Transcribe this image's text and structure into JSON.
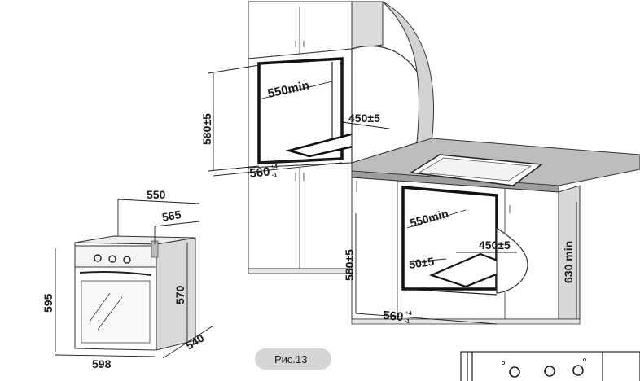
{
  "figure": {
    "caption": "Рис.13"
  },
  "dimensions": {
    "tall_niche_height": "580±5",
    "tall_niche_depth": "550min",
    "tall_niche_back": "450±5",
    "tall_niche_width_base": "560",
    "tall_niche_width_tol_plus": "+4",
    "tall_niche_width_tol_minus": "-1",
    "oven_depth_total": "550",
    "oven_depth_body": "565",
    "oven_height": "595",
    "oven_body_height": "570",
    "oven_width": "598",
    "oven_side_depth": "540",
    "under_niche_depth": "550min",
    "under_niche_back": "450±5",
    "under_niche_gap": "50±5",
    "under_niche_height": "580±5",
    "under_niche_width_base": "560",
    "under_niche_width_tol_plus": "+4",
    "under_niche_width_tol_minus": "-1",
    "worktop_height": "630 min"
  },
  "colors": {
    "line": "#222222",
    "panel_fill": "#ffffff",
    "shade": "#cfcfcf",
    "worktop": "#bdbdbd",
    "caption_bg": "#d6d6d6"
  }
}
